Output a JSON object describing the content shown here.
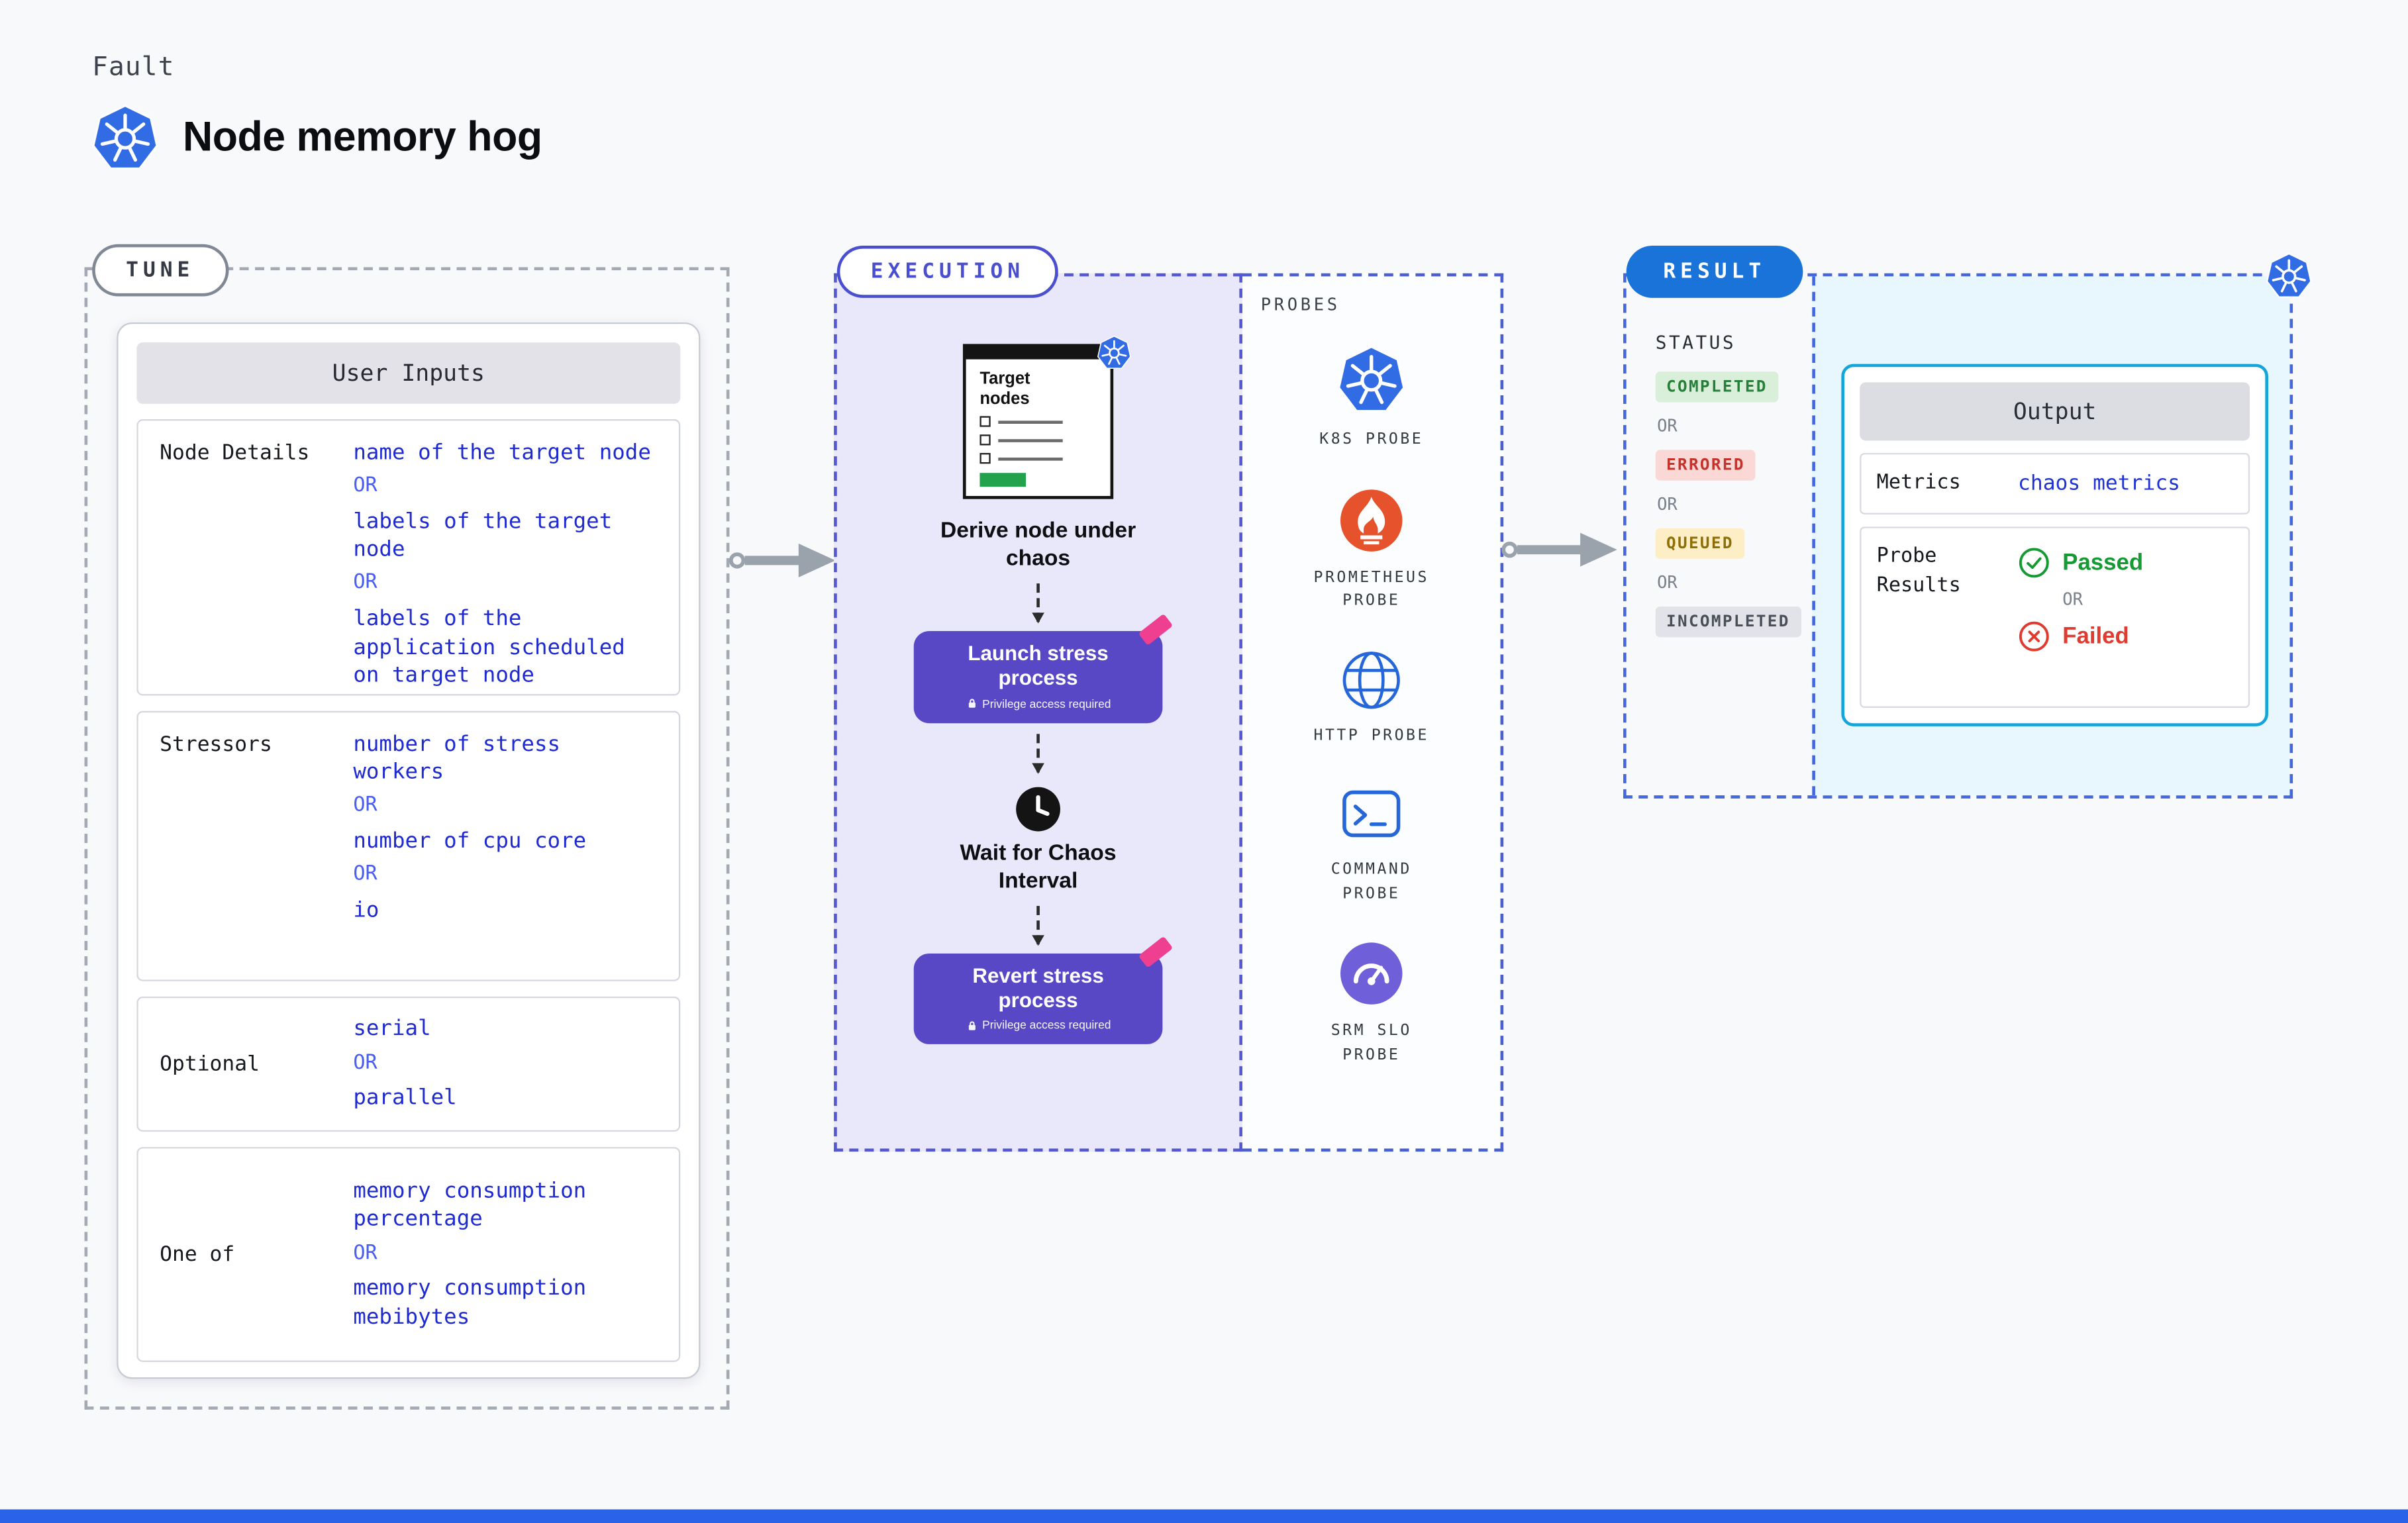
{
  "header": {
    "kicker": "Fault",
    "title": "Node memory hog"
  },
  "tune": {
    "badge": "TUNE",
    "panel_title": "User Inputs",
    "or": "OR",
    "rows": [
      {
        "label": "Node Details",
        "options": [
          "name of the target node",
          "labels of the target node",
          "labels of the application scheduled on target node"
        ]
      },
      {
        "label": "Stressors",
        "options": [
          "number of stress workers",
          "number of cpu core",
          "io"
        ]
      },
      {
        "label": "Optional",
        "options": [
          "serial",
          "parallel"
        ]
      },
      {
        "label": "One of",
        "options": [
          "memory consumption percentage",
          "memory consumption mebibytes"
        ]
      }
    ]
  },
  "execution": {
    "badge": "EXECUTION",
    "window_title": "Target nodes",
    "derive_label": "Derive node under chaos",
    "launch_button": {
      "label": "Launch stress process",
      "note": "Privilege access required"
    },
    "wait_label": "Wait for Chaos Interval",
    "revert_button": {
      "label": "Revert stress process",
      "note": "Privilege access required"
    },
    "probes_title": "PROBES",
    "probes": [
      {
        "label": "K8S PROBE",
        "icon": "kubernetes-icon"
      },
      {
        "label": "PROMETHEUS PROBE",
        "icon": "prometheus-icon"
      },
      {
        "label": "HTTP PROBE",
        "icon": "globe-icon"
      },
      {
        "label": "COMMAND PROBE",
        "icon": "terminal-icon"
      },
      {
        "label": "SRM SLO PROBE",
        "icon": "gauge-icon"
      }
    ]
  },
  "result": {
    "badge": "RESULT",
    "status_title": "STATUS",
    "or": "OR",
    "statuses": [
      {
        "label": "COMPLETED",
        "text_color": "#27803a",
        "bg_color": "#d9efda"
      },
      {
        "label": "ERRORED",
        "text_color": "#c4342c",
        "bg_color": "#f9d8d6"
      },
      {
        "label": "QUEUED",
        "text_color": "#8e6f06",
        "bg_color": "#fdeec5"
      },
      {
        "label": "INCOMPLETED",
        "text_color": "#495059",
        "bg_color": "#e2e3e8"
      }
    ],
    "output": {
      "title": "Output",
      "metrics_label": "Metrics",
      "metrics_value": "chaos metrics",
      "probe_results_label": "Probe Results",
      "passed_label": "Passed",
      "failed_label": "Failed"
    }
  },
  "colors": {
    "kubernetes_blue": "#326ce5",
    "execution_button_purple": "#5948c6",
    "execution_panel_purple": "#e9e8fa",
    "result_badge_blue": "#1a73d8",
    "output_border_cyan": "#14a5da",
    "value_text_blue": "#1f2bd0",
    "passed_green": "#169a33",
    "failed_red": "#df3b30",
    "prometheus_orange": "#e6522c",
    "bottom_bar_blue": "#2b63e8"
  }
}
